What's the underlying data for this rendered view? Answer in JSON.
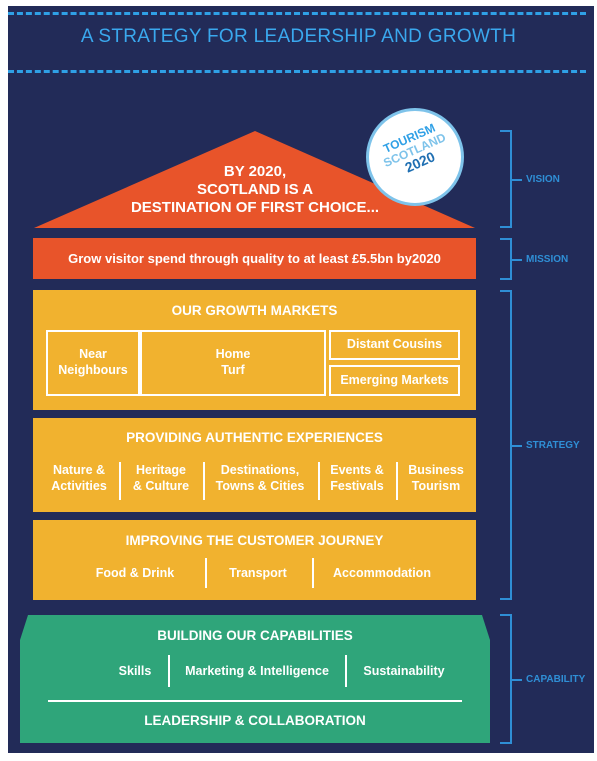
{
  "header": {
    "title": "A STRATEGY FOR LEADERSHIP AND GROWTH"
  },
  "vision": {
    "prefix": "BY ",
    "year": "2020,",
    "line2": "SCOTLAND IS A",
    "line3": "DESTINATION OF FIRST CHOICE...",
    "badge": {
      "line1": "TOURISM",
      "line2": "SCOTLAND",
      "line3": "2020"
    }
  },
  "mission": {
    "text": "Grow visitor spend through quality to at least £5.5bn by ",
    "year": "2020"
  },
  "growth_markets": {
    "heading": "OUR GROWTH MARKETS",
    "items": [
      "Near\nNeighbours",
      "Home\nTurf",
      "Distant Cousins",
      "Emerging Markets"
    ]
  },
  "experiences": {
    "heading": "PROVIDING AUTHENTIC EXPERIENCES",
    "items": [
      "Nature &\nActivities",
      "Heritage\n& Culture",
      "Destinations,\nTowns & Cities",
      "Events &\nFestivals",
      "Business\nTourism"
    ]
  },
  "customer_journey": {
    "heading": "IMPROVING THE CUSTOMER JOURNEY",
    "items": [
      "Food & Drink",
      "Transport",
      "Accommodation"
    ]
  },
  "capabilities": {
    "heading": "BUILDING OUR CAPABILITIES",
    "items": [
      "Skills",
      "Marketing & Intelligence",
      "Sustainability"
    ],
    "footer": "LEADERSHIP & COLLABORATION"
  },
  "side_labels": [
    "VISION",
    "MISSION",
    "STRATEGY",
    "CAPABILITY"
  ],
  "colors": {
    "background": "#222b58",
    "accent_blue": "#2fa0e6",
    "orange": "#e8542a",
    "yellow": "#f1b22f",
    "green": "#2fa57a"
  }
}
